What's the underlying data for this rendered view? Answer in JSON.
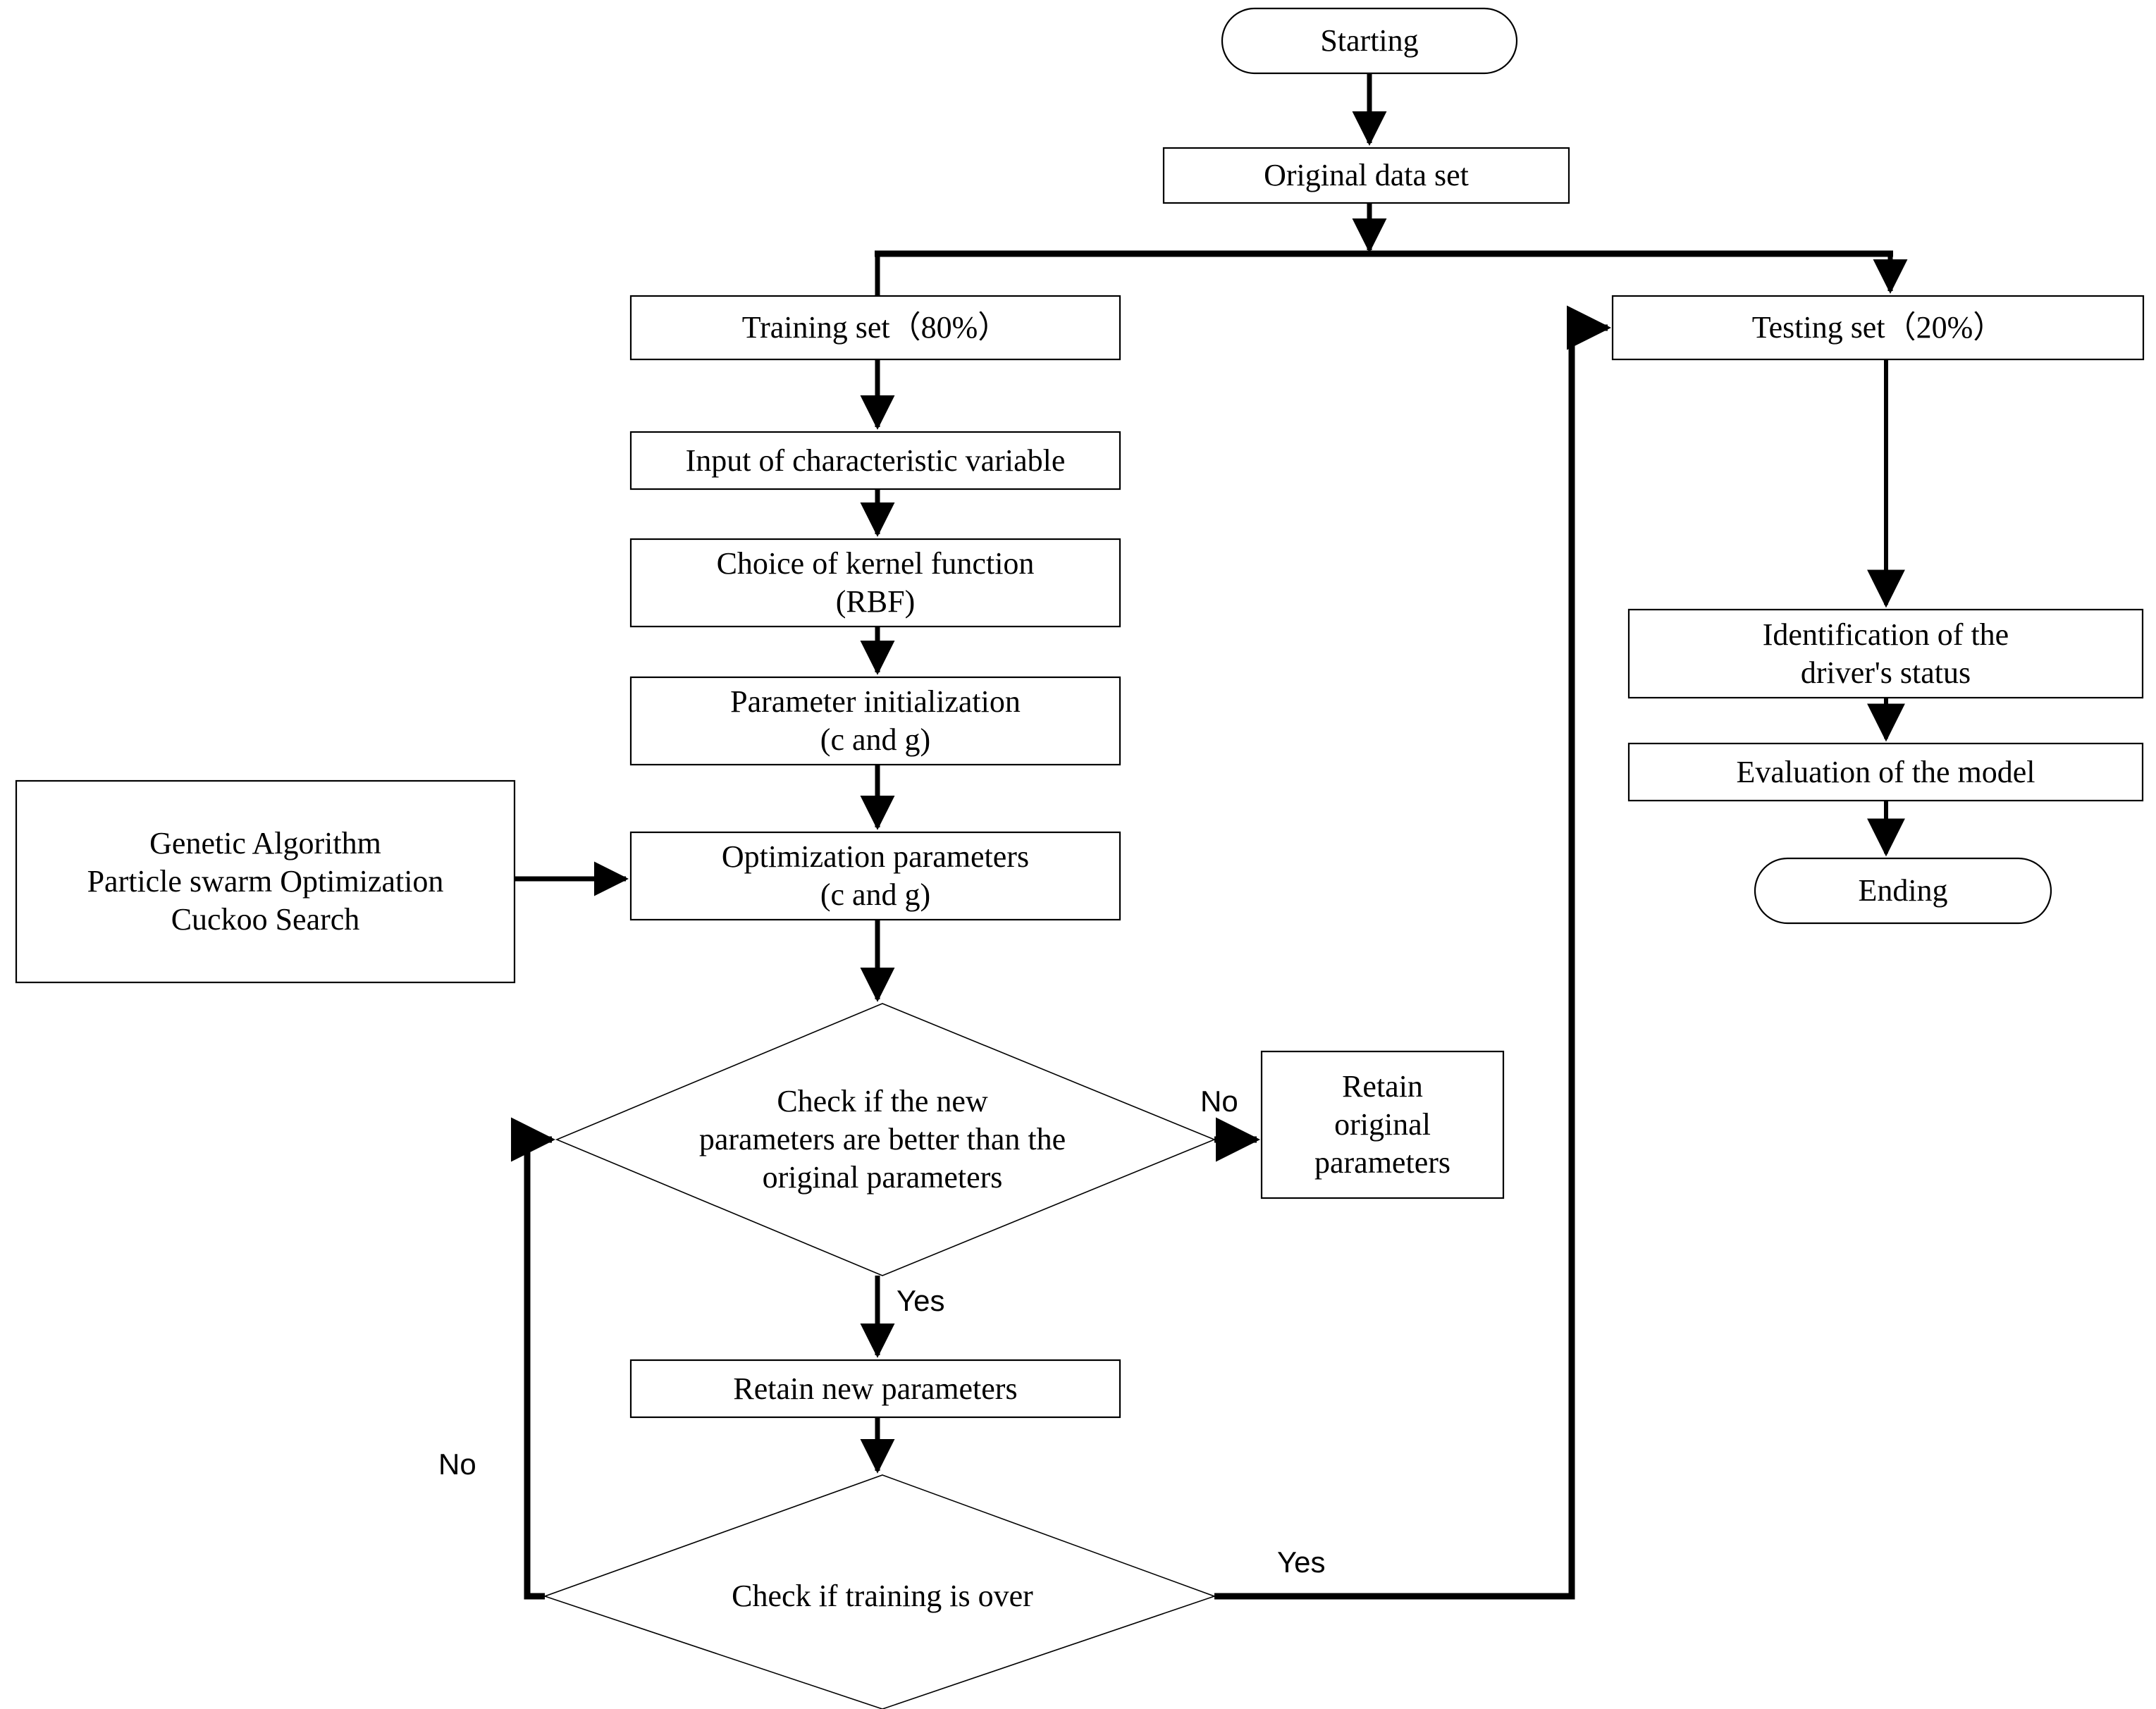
{
  "diagram": {
    "title": "SVM parameter optimization and driver status identification flowchart",
    "background_color": "#ffffff",
    "stroke_color": "#000000",
    "text_color": "#000000"
  },
  "nodes": {
    "starting": {
      "label": "Starting",
      "shape": "terminator"
    },
    "original_data_set": {
      "label": "Original data set",
      "shape": "process"
    },
    "training_set": {
      "label": "Training set（80%）",
      "shape": "process"
    },
    "testing_set": {
      "label": "Testing set（20%）",
      "shape": "process"
    },
    "input_characteristic": {
      "label": "Input of characteristic variable",
      "shape": "process"
    },
    "kernel_choice": {
      "label": "Choice of kernel function\n(RBF)",
      "shape": "process"
    },
    "parameter_init": {
      "label": "Parameter initialization\n(c and g)",
      "shape": "process"
    },
    "optimization_parameters": {
      "label": "Optimization parameters\n(c and g)",
      "shape": "process"
    },
    "algorithms": {
      "label": "Genetic Algorithm\nParticle swarm Optimization\nCuckoo Search",
      "shape": "process"
    },
    "check_new_params": {
      "label": "Check if the new\nparameters are better than the\noriginal parameters",
      "shape": "decision"
    },
    "retain_original": {
      "label": "Retain\noriginal\nparameters",
      "shape": "process"
    },
    "retain_new": {
      "label": "Retain new parameters",
      "shape": "process"
    },
    "check_training_over": {
      "label": "Check if training is over",
      "shape": "decision"
    },
    "identification": {
      "label": "Identification of the\ndriver's status",
      "shape": "process"
    },
    "evaluation": {
      "label": "Evaluation of the model",
      "shape": "process"
    },
    "ending": {
      "label": "Ending",
      "shape": "terminator"
    }
  },
  "edge_labels": {
    "check_new_params_no": "No",
    "check_new_params_yes": "Yes",
    "check_training_no": "No",
    "check_training_yes": "Yes"
  }
}
